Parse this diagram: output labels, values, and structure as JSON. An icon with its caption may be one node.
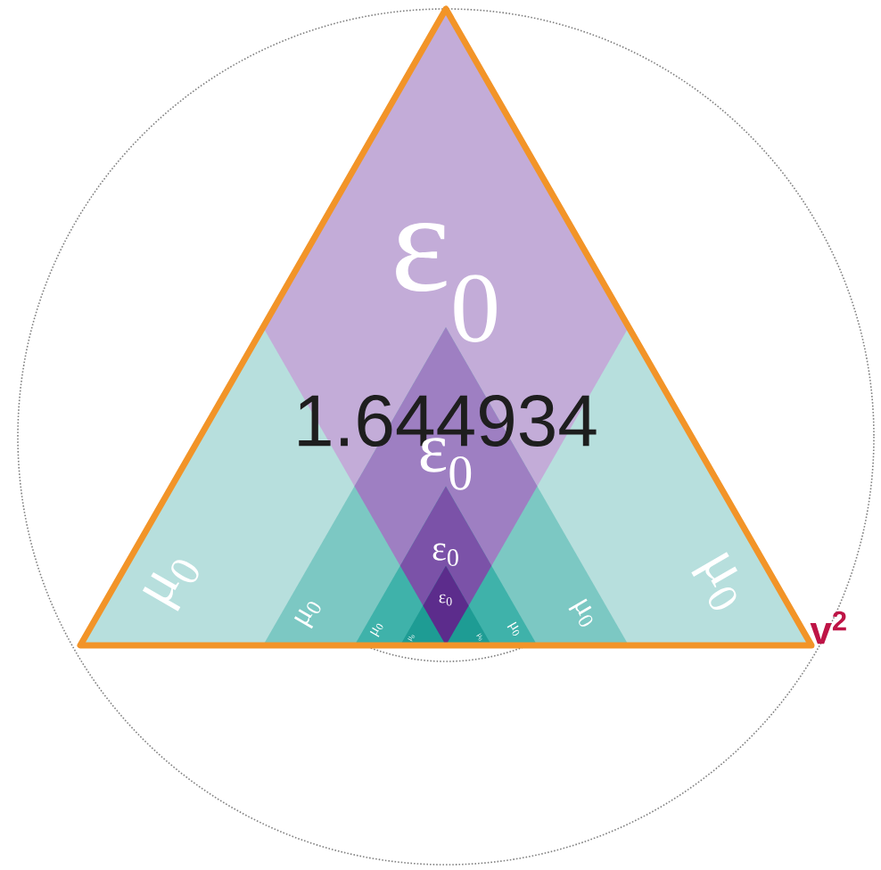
{
  "diagram": {
    "labels": [
      "ε$_{0}$",
      "1.644934",
      "ε$_{0}$",
      "μ$_{0}$",
      "μ$_{0}$",
      "ε$_{0}$",
      "μ$_{0}$",
      "μ$_{0}$",
      "ε$_{0}$",
      "μ$_{0}$",
      "μ$_{0}$",
      "μ$_{0}$",
      "μ$_{0}$",
      "v$^{2}$"
    ]
  }
}
